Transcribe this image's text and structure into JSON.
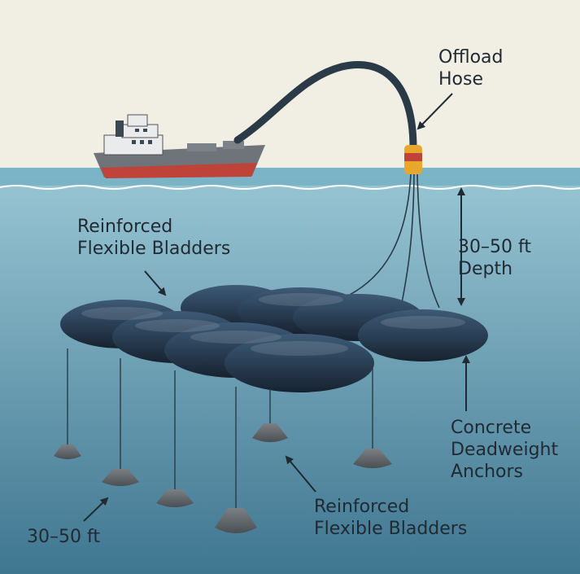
{
  "diagram": {
    "labels": {
      "offload_hose": [
        "Offload",
        "Hose"
      ],
      "bladders_top": [
        "Reinforced",
        "Flexible Bladders"
      ],
      "depth": [
        "30–50 ft",
        "Depth"
      ],
      "anchors": [
        "Concrete",
        "Deadweight",
        "Anchors"
      ],
      "bladders_bottom": [
        "Reinforced",
        "Flexible Bladders"
      ],
      "spacing": "30–50 ft"
    },
    "colors": {
      "sky": "#f1eee4",
      "water_top": "#92c0cf",
      "water_bottom": "#3d748c",
      "bladder": "#2c4259",
      "hull_red": "#c0433a",
      "buoy": "#e7a62c"
    }
  }
}
